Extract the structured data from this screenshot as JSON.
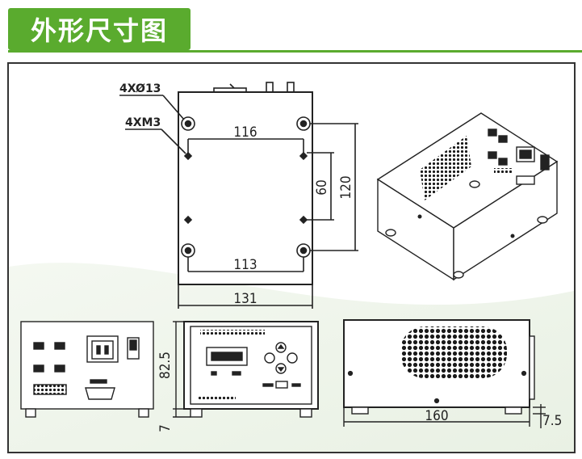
{
  "title": "外形尺寸图",
  "colors": {
    "accent": "#5aab2e",
    "line": "#222222",
    "frame": "#333333"
  },
  "top_view": {
    "callout_holes": "4XØ13",
    "callout_mount": "4XM3",
    "dim_inner_top": "116",
    "dim_inner_bottom": "113",
    "dim_width": "131",
    "dim_vertical_inner": "60",
    "dim_vertical_outer": "120"
  },
  "front_view": {
    "dim_height": "82.5",
    "dim_foot": "7"
  },
  "side_view": {
    "dim_length": "160",
    "dim_foot": "7.5"
  }
}
